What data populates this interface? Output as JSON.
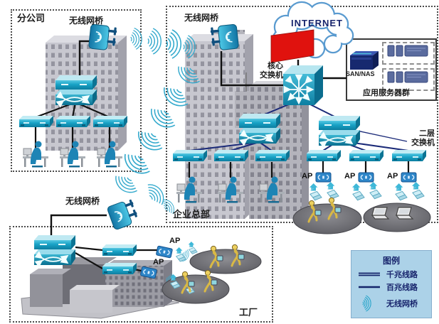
{
  "regions": {
    "branch_office": {
      "title": "分公司",
      "wireless_bridge": "无线网桥"
    },
    "headquarters": {
      "title": "企业总部",
      "wireless_bridge": "无线网桥",
      "core_switch_line1": "核心",
      "core_switch_line2": "交换机",
      "l2_switch_line1": "二层",
      "l2_switch_line2": "交换机",
      "ap_labels": [
        "AP",
        "AP",
        "AP"
      ]
    },
    "factory": {
      "title": "工厂",
      "wireless_bridge": "无线网桥",
      "ap_labels": [
        "AP",
        "AP"
      ]
    },
    "internet": {
      "label": "INTERNET"
    },
    "server_group": {
      "san_nas": "SAN/NAS",
      "title": "应用服务器群"
    }
  },
  "legend": {
    "title": "图例",
    "items": [
      {
        "type": "gigabit-line",
        "label": "千兆线路"
      },
      {
        "type": "fast-ethernet-line",
        "label": "百兆线路"
      },
      {
        "type": "wireless-bridge",
        "label": "无线网桥"
      }
    ]
  },
  "colors": {
    "device_teal": "#18a2c6",
    "line_navy": "#1b2a78",
    "line_black": "#111111",
    "firewall_red": "#e0120e",
    "legend_bg": "#acd2e8",
    "legend_text": "#17246c",
    "building_gray": "#c7c7cf",
    "coverage_ellipse": "#6e6e72",
    "people_yellow": "#edd060",
    "server_slate": "#5a6b9e",
    "san_navy": "#17296f",
    "wave_teal": "#35aacd"
  }
}
